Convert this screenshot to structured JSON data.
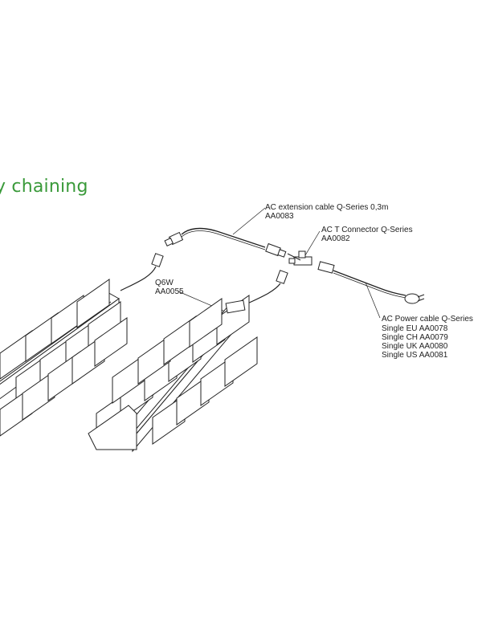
{
  "title": "y chaining",
  "labels": {
    "ext_cable": {
      "name": "AC extension cable Q-Series 0,3m",
      "code": "AA0083"
    },
    "t_connector": {
      "name": "AC T Connector Q-Series",
      "code": "AA0082"
    },
    "fixture": {
      "name": "Q6W",
      "code": "AA0055"
    },
    "power_cable": {
      "name": "AC Power cable Q-Series",
      "variants": [
        "Single EU  AA0078",
        "Single CH  AA0079",
        "Single UK  AA0080",
        "Single US  AA0081"
      ]
    }
  },
  "colors": {
    "title": "#3a9a3a",
    "line": "#222222",
    "fin": "#ffffff"
  }
}
